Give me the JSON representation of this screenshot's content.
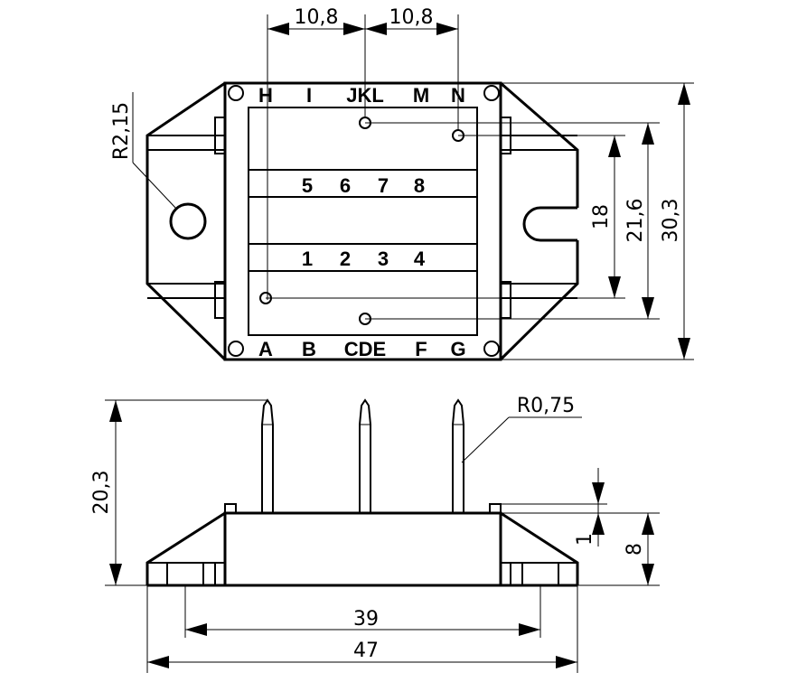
{
  "top_view": {
    "pin_letters_top": [
      "H",
      "I",
      "JKL",
      "M",
      "N"
    ],
    "pin_letters_bottom": [
      "A",
      "B",
      "CDE",
      "F",
      "G"
    ],
    "row_upper": [
      "5",
      "6",
      "7",
      "8"
    ],
    "row_lower": [
      "1",
      "2",
      "3",
      "4"
    ]
  },
  "dimensions": {
    "pitch_left": "10,8",
    "pitch_right": "10,8",
    "radius_hole": "R2,15",
    "height_18": "18",
    "height_21_6": "21,6",
    "height_30_3": "30,3",
    "pin_radius": "R0,75",
    "pin_height": "20,3",
    "base_gap": "1",
    "base_height": "8",
    "hole_spacing": "39",
    "total_width": "47"
  }
}
